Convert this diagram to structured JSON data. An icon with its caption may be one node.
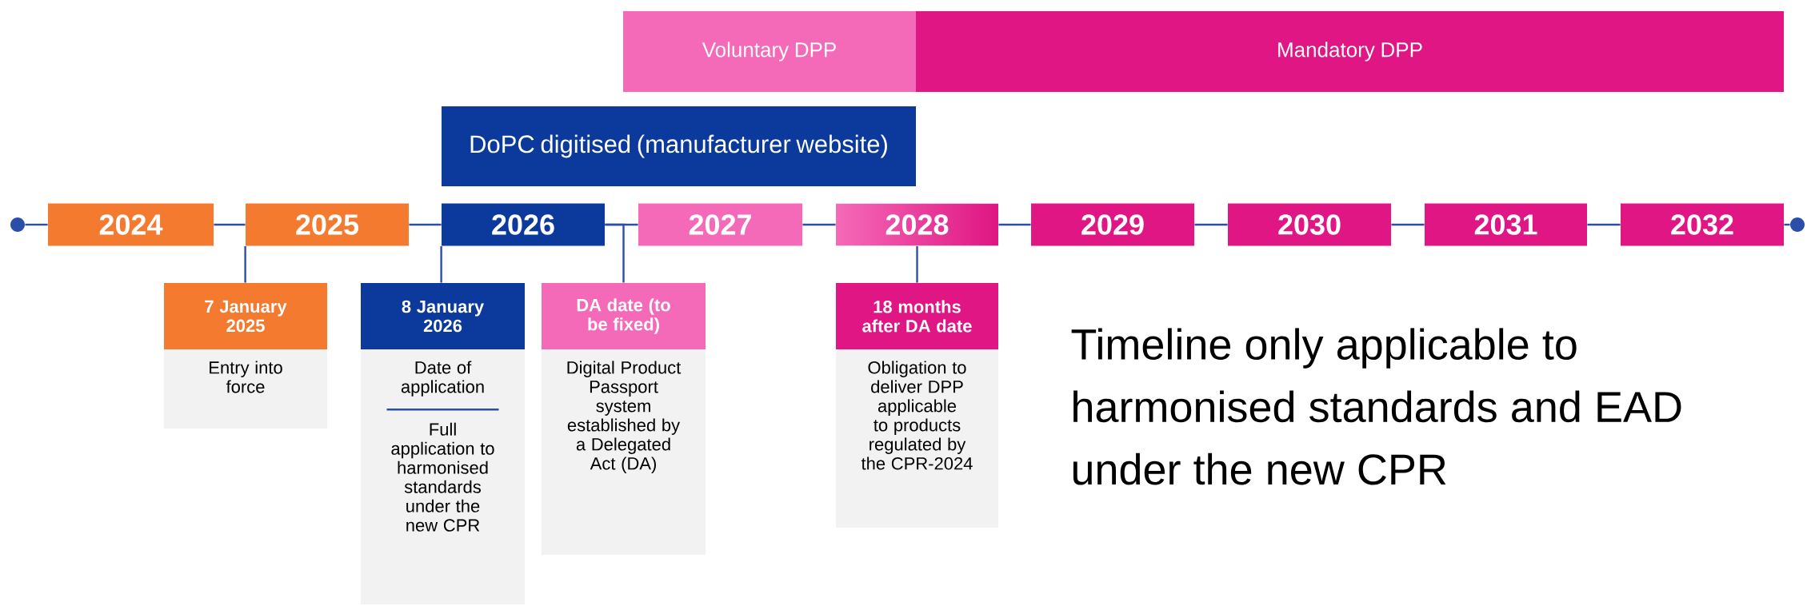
{
  "diagram": {
    "nodes": [
      {
        "text": [
          "Voluntary DPP"
        ]
      },
      {
        "text": [
          "Mandatory DPP"
        ]
      },
      {
        "text": [
          "DoPC digitised (manufacturer website)"
        ]
      },
      {
        "text": [],
        "shape": "circle"
      },
      {
        "text": [
          "2024"
        ]
      },
      {
        "text": [
          "2025"
        ]
      },
      {
        "text": [
          "2026"
        ]
      },
      {
        "text": [
          "2027"
        ]
      },
      {
        "text": [
          "2028"
        ]
      },
      {
        "text": [
          "2029"
        ]
      },
      {
        "text": [
          "2030"
        ]
      },
      {
        "text": [
          "2031"
        ]
      },
      {
        "text": [
          "2032"
        ]
      },
      {
        "text": [],
        "shape": "circle"
      },
      {
        "text": [
          "7 January 2025",
          "Entry into force"
        ]
      },
      {
        "text": [
          "8 January 2026",
          "Date of application",
          "Full application to harmonised standards under the new CPR"
        ]
      },
      {
        "text": [
          "DA date (to be fixed)",
          "Digital Product Passport system established by a Delegated Act (DA)"
        ]
      },
      {
        "text": [
          "18 months after DA date",
          "Obligation to deliver DPP applicable to products regulated by the CPR-2024"
        ]
      }
    ],
    "edges": [
      {
        "from": 3,
        "to": 4,
        "arrow": "none"
      },
      {
        "from": 4,
        "to": 5,
        "arrow": "none"
      },
      {
        "from": 5,
        "to": 6,
        "arrow": "none"
      },
      {
        "from": 6,
        "to": 7,
        "arrow": "none"
      },
      {
        "from": 7,
        "to": 8,
        "arrow": "none"
      },
      {
        "from": 8,
        "to": 9,
        "arrow": "none"
      },
      {
        "from": 9,
        "to": 10,
        "arrow": "none"
      },
      {
        "from": 10,
        "to": 11,
        "arrow": "none"
      },
      {
        "from": 11,
        "to": 12,
        "arrow": "none"
      },
      {
        "from": 12,
        "to": 13,
        "arrow": "none"
      },
      {
        "from": 5,
        "to": 14,
        "arrow": "none"
      },
      {
        "from": 6,
        "to": 15,
        "arrow": "none"
      },
      {
        "from": 6,
        "to": 16,
        "arrow": "none"
      },
      {
        "from": 8,
        "to": 17,
        "arrow": "none"
      }
    ],
    "labels": [
      "Timeline only applicable to harmonised standards and EAD under the new CPR"
    ]
  }
}
